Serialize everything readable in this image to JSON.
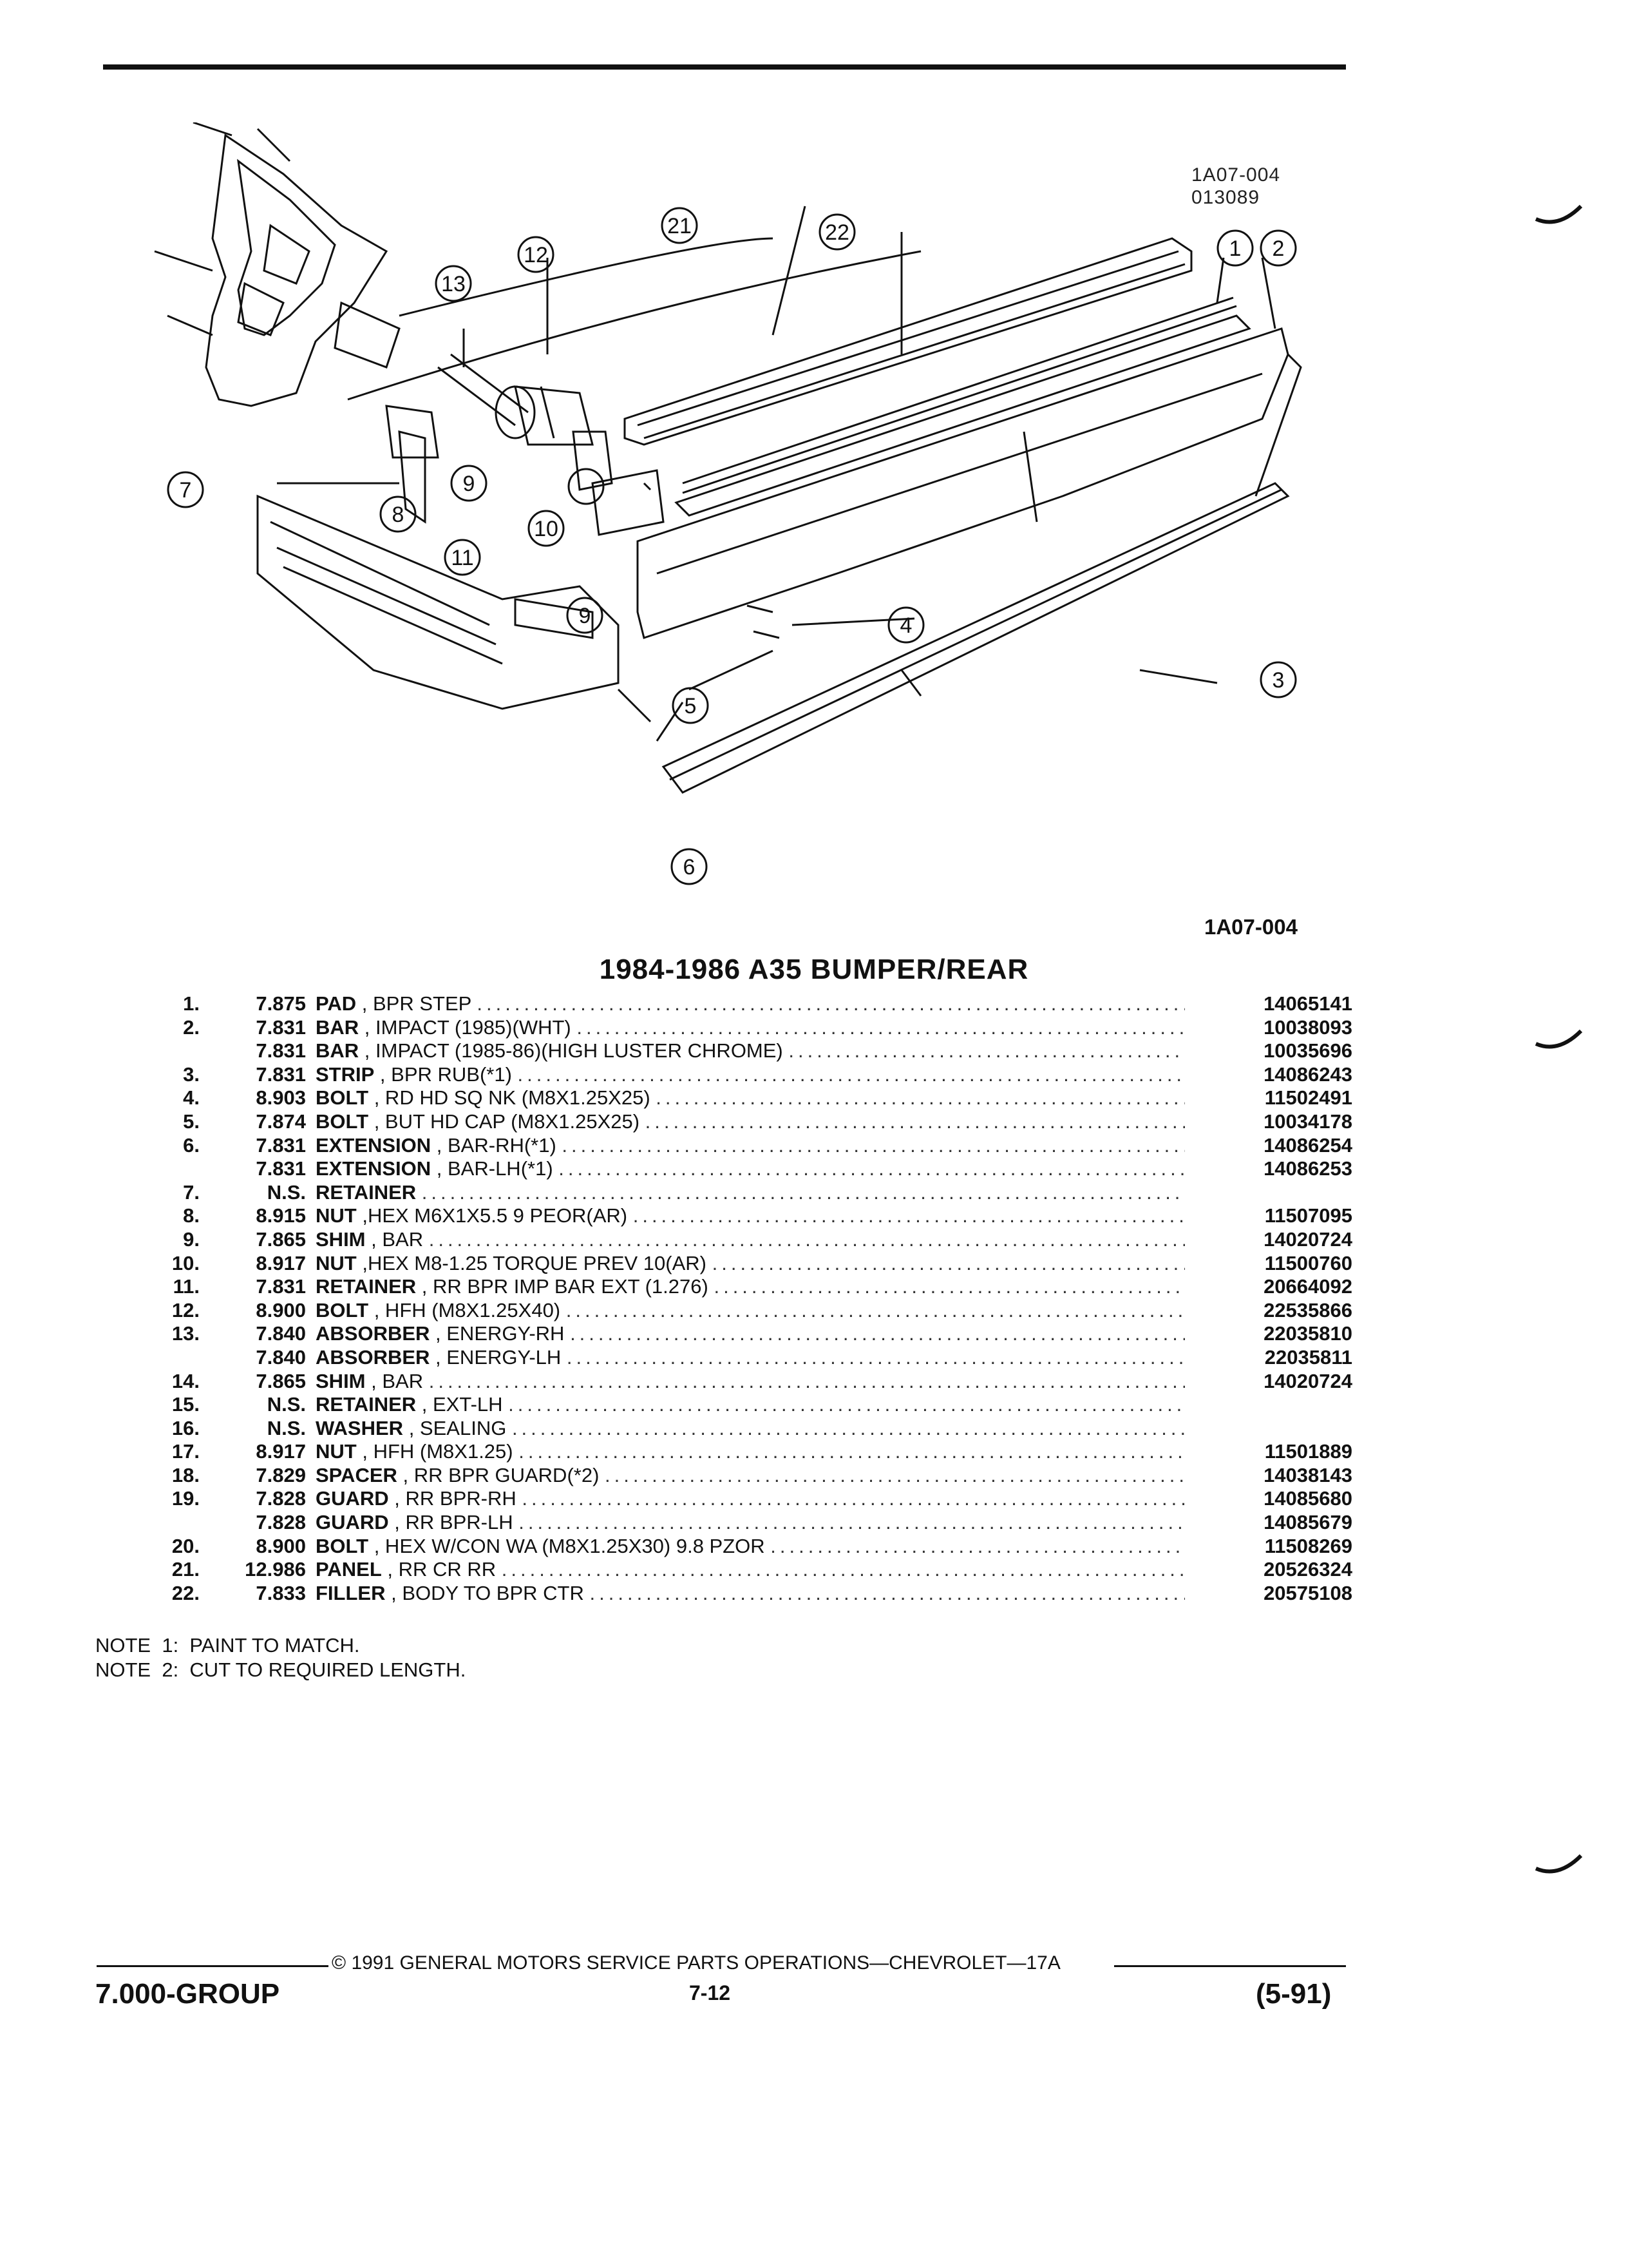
{
  "figure": {
    "id_line1": "1A07-004",
    "id_line2": "013089",
    "caption": "1A07-004",
    "callouts": [
      "1",
      "2",
      "3",
      "4",
      "5",
      "6",
      "7",
      "8",
      "9",
      "9",
      "10",
      "11",
      "12",
      "13",
      "21",
      "22"
    ]
  },
  "section_title": "1984-1986 A35 BUMPER/REAR",
  "parts": [
    {
      "item": "1.",
      "group": "7.875",
      "name": "PAD",
      "desc": ", BPR STEP",
      "part": "14065141"
    },
    {
      "item": "2.",
      "group": "7.831",
      "name": "BAR",
      "desc": ", IMPACT (1985)(WHT)",
      "part": "10038093"
    },
    {
      "item": "",
      "group": "7.831",
      "name": "BAR",
      "desc": ", IMPACT (1985-86)(HIGH LUSTER CHROME)",
      "part": "10035696"
    },
    {
      "item": "3.",
      "group": "7.831",
      "name": "STRIP",
      "desc": ", BPR RUB(*1)",
      "part": "14086243"
    },
    {
      "item": "4.",
      "group": "8.903",
      "name": "BOLT",
      "desc": ", RD HD SQ NK (M8X1.25X25)",
      "part": "11502491"
    },
    {
      "item": "5.",
      "group": "7.874",
      "name": "BOLT",
      "desc": ", BUT HD CAP (M8X1.25X25)",
      "part": "10034178"
    },
    {
      "item": "6.",
      "group": "7.831",
      "name": "EXTENSION",
      "desc": ", BAR-RH(*1)",
      "part": "14086254"
    },
    {
      "item": "",
      "group": "7.831",
      "name": "EXTENSION",
      "desc": ", BAR-LH(*1)",
      "part": "14086253"
    },
    {
      "item": "7.",
      "group": "N.S.",
      "name": "RETAINER",
      "desc": "",
      "part": ""
    },
    {
      "item": "8.",
      "group": "8.915",
      "name": "NUT",
      "desc": ",HEX M6X1X5.5 9 PEOR(AR)",
      "part": "11507095"
    },
    {
      "item": "9.",
      "group": "7.865",
      "name": "SHIM",
      "desc": ", BAR",
      "part": "14020724"
    },
    {
      "item": "10.",
      "group": "8.917",
      "name": "NUT",
      "desc": ",HEX M8-1.25 TORQUE PREV 10(AR)",
      "part": "11500760"
    },
    {
      "item": "11.",
      "group": "7.831",
      "name": "RETAINER",
      "desc": ", RR BPR IMP BAR EXT (1.276)",
      "part": "20664092"
    },
    {
      "item": "12.",
      "group": "8.900",
      "name": "BOLT",
      "desc": ", HFH (M8X1.25X40)",
      "part": "22535866"
    },
    {
      "item": "13.",
      "group": "7.840",
      "name": "ABSORBER",
      "desc": ", ENERGY-RH",
      "part": "22035810"
    },
    {
      "item": "",
      "group": "7.840",
      "name": "ABSORBER",
      "desc": ", ENERGY-LH",
      "part": "22035811"
    },
    {
      "item": "14.",
      "group": "7.865",
      "name": "SHIM",
      "desc": ", BAR",
      "part": "14020724"
    },
    {
      "item": "15.",
      "group": "N.S.",
      "name": "RETAINER",
      "desc": ", EXT-LH",
      "part": ""
    },
    {
      "item": "16.",
      "group": "N.S.",
      "name": "WASHER",
      "desc": ", SEALING",
      "part": ""
    },
    {
      "item": "17.",
      "group": "8.917",
      "name": "NUT",
      "desc": ", HFH (M8X1.25)",
      "part": "11501889"
    },
    {
      "item": "18.",
      "group": "7.829",
      "name": "SPACER",
      "desc": ", RR BPR GUARD(*2)",
      "part": "14038143"
    },
    {
      "item": "19.",
      "group": "7.828",
      "name": "GUARD",
      "desc": ", RR BPR-RH",
      "part": "14085680"
    },
    {
      "item": "",
      "group": "7.828",
      "name": "GUARD",
      "desc": ", RR BPR-LH",
      "part": "14085679"
    },
    {
      "item": "20.",
      "group": "8.900",
      "name": "BOLT",
      "desc": ", HEX W/CON WA (M8X1.25X30) 9.8 PZOR",
      "part": "11508269"
    },
    {
      "item": "21.",
      "group": "12.986",
      "name": "PANEL",
      "desc": ", RR CR RR",
      "part": "20526324"
    },
    {
      "item": "22.",
      "group": "7.833",
      "name": "FILLER",
      "desc": ", BODY TO BPR CTR",
      "part": "20575108"
    }
  ],
  "notes": [
    "NOTE  1:  PAINT TO MATCH.",
    "NOTE  2:  CUT TO REQUIRED LENGTH."
  ],
  "footer": {
    "copyright": "© 1991  GENERAL MOTORS SERVICE PARTS OPERATIONS—CHEVROLET—17A",
    "group": "7.000-GROUP",
    "page": "7-12",
    "date": "(5-91)"
  }
}
